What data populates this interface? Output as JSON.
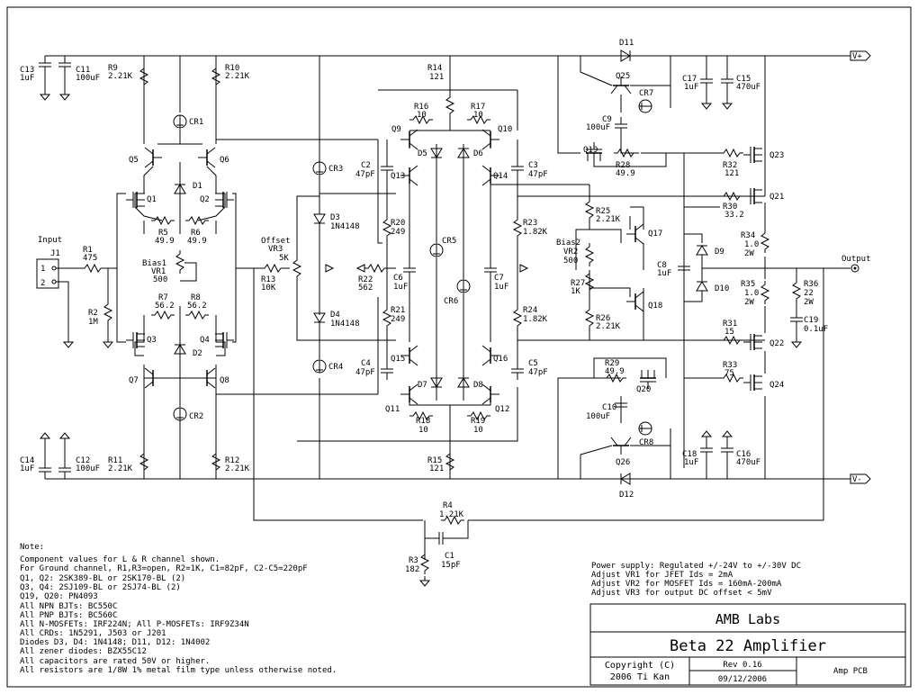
{
  "title_block": {
    "company": "AMB Labs",
    "title": "Beta 22 Amplifier",
    "copyright_line1": "Copyright (C)",
    "copyright_line2": "2006 Ti Kan",
    "rev": "Rev 0.16",
    "date": "09/12/2006",
    "board": "Amp PCB"
  },
  "supply_notes": [
    "Power supply: Regulated +/-24V to +/-30V DC",
    "Adjust VR1 for JFET Ids = 2mA",
    "Adjust VR2 for MOSFET Ids = 160mA-200mA",
    "Adjust VR3 for output DC offset < 5mV"
  ],
  "notes_header": "Note:",
  "notes": [
    "Component values for L & R channel shown.",
    "For Ground channel, R1,R3=open, R2=1K, C1=82pF, C2-C5=220pF",
    "Q1, Q2: 2SK389-BL or 2SK170-BL (2)",
    "Q3, Q4: 2SJ109-BL or 2SJ74-BL (2)",
    "Q19, Q20: PN4093",
    "All NPN BJTs: BC550C",
    "All PNP BJTs: BC560C",
    "All N-MOSFETs: IRF224N; All P-MOSFETs: IRF9Z34N",
    "All CRDs: 1N5291, J503 or J201",
    "Diodes D3, D4: 1N4148; D11, D12: 1N4002",
    "All zener diodes: BZX55C12",
    "All capacitors are rated 50V or higher.",
    "All resistors are 1/8W 1% metal film type unless otherwise noted."
  ],
  "ports": {
    "vplus": "V+",
    "vminus": "V-",
    "input": "Input",
    "output": "Output",
    "j1": "J1",
    "pin1": "1",
    "pin2": "2"
  },
  "labels": {
    "c13": [
      "C13",
      "1uF"
    ],
    "c11": [
      "C11",
      "100uF"
    ],
    "c14": [
      "C14",
      "1uF"
    ],
    "c12": [
      "C12",
      "100uF"
    ],
    "r9": [
      "R9",
      "2.21K"
    ],
    "r10": [
      "R10",
      "2.21K"
    ],
    "r11": [
      "R11",
      "2.21K"
    ],
    "r12": [
      "R12",
      "2.21K"
    ],
    "cr1": "CR1",
    "cr2": "CR2",
    "cr3": "CR3",
    "cr4": "CR4",
    "cr5": "CR5",
    "cr6": "CR6",
    "cr7": "CR7",
    "cr8": "CR8",
    "q5": "Q5",
    "q6": "Q6",
    "q1": "Q1",
    "q2": "Q2",
    "q3": "Q3",
    "q4": "Q4",
    "q7": "Q7",
    "q8": "Q8",
    "d1": "D1",
    "d2": "D2",
    "r5": [
      "R5",
      "49.9"
    ],
    "r6": [
      "R6",
      "49.9"
    ],
    "r7": [
      "R7",
      "56.2"
    ],
    "r8": [
      "R8",
      "56.2"
    ],
    "vr1": [
      "Bias1",
      "VR1",
      "500"
    ],
    "r1": [
      "R1",
      "475"
    ],
    "r2": [
      "R2",
      "1M"
    ],
    "vr3": [
      "Offset",
      "VR3",
      "5K"
    ],
    "r13": [
      "R13",
      "10K"
    ],
    "d3": [
      "D3",
      "1N4148"
    ],
    "d4": [
      "D4",
      "1N4148"
    ],
    "r22": [
      "R22",
      "562"
    ],
    "r14": [
      "R14",
      "121"
    ],
    "r15": [
      "R15",
      "121"
    ],
    "r16": [
      "R16",
      "10"
    ],
    "r17": [
      "R17",
      "10"
    ],
    "r18": [
      "R18",
      "10"
    ],
    "r19": [
      "R19",
      "10"
    ],
    "q9": "Q9",
    "q10": "Q10",
    "q11": "Q11",
    "q12": "Q12",
    "q13": "Q13",
    "q14": "Q14",
    "q15": "Q15",
    "q16": "Q16",
    "d5": "D5",
    "d6": "D6",
    "d7": "D7",
    "d8": "D8",
    "c2": [
      "C2",
      "47pF"
    ],
    "c3": [
      "C3",
      "47pF"
    ],
    "c4": [
      "C4",
      "47pF"
    ],
    "c5": [
      "C5",
      "47pF"
    ],
    "r20": [
      "R20",
      "249"
    ],
    "r21": [
      "R21",
      "249"
    ],
    "r23": [
      "R23",
      "1.82K"
    ],
    "r24": [
      "R24",
      "1.82K"
    ],
    "c6": [
      "C6",
      "1uF"
    ],
    "c7": [
      "C7",
      "1uF"
    ],
    "d11": "D11",
    "d12": "D12",
    "q25": "Q25",
    "q26": "Q26",
    "c9": [
      "C9",
      "100uF"
    ],
    "c10": [
      "C10",
      "100uF"
    ],
    "c17": [
      "C17",
      "1uF"
    ],
    "c15": [
      "C15",
      "470uF"
    ],
    "c18": [
      "C18",
      "1uF"
    ],
    "c16": [
      "C16",
      "470uF"
    ],
    "q19": "Q19",
    "q20": "Q20",
    "r28": [
      "R28",
      "49.9"
    ],
    "r29": [
      "R29",
      "49.9"
    ],
    "r25": [
      "R25",
      "2.21K"
    ],
    "r26": [
      "R26",
      "2.21K"
    ],
    "r27": [
      "R27",
      "1K"
    ],
    "vr2": [
      "Bias2",
      "VR2",
      "500"
    ],
    "q17": "Q17",
    "q18": "Q18",
    "c8": [
      "C8",
      "1uF"
    ],
    "d9": "D9",
    "d10": "D10",
    "r32": [
      "R32",
      "121"
    ],
    "r30": [
      "R30",
      "33.2"
    ],
    "r31": [
      "R31",
      "15"
    ],
    "r33": [
      "R33",
      "75"
    ],
    "q23": "Q23",
    "q21": "Q21",
    "q22": "Q22",
    "q24": "Q24",
    "r34": [
      "R34",
      "1.0",
      "2W"
    ],
    "r35": [
      "R35",
      "1.0",
      "2W"
    ],
    "r36": [
      "R36",
      "22",
      "2W"
    ],
    "c19": [
      "C19",
      "0.1uF"
    ],
    "r4": [
      "R4",
      "1.21K"
    ],
    "r3": [
      "R3",
      "182"
    ],
    "c1": [
      "C1",
      "15pF"
    ]
  }
}
